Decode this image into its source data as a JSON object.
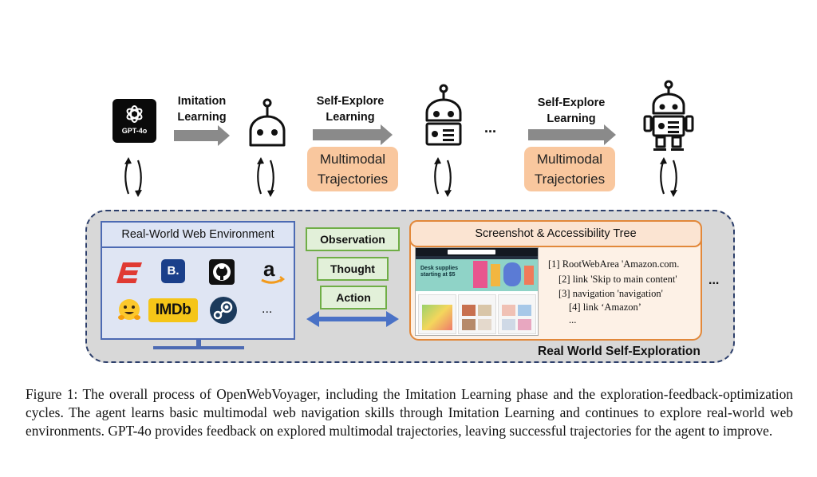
{
  "top": {
    "gpt_logo_label": "GPT-4o",
    "stage1_label_line1": "Imitation",
    "stage1_label_line2": "Learning",
    "stage2_label_line1": "Self-Explore",
    "stage2_label_line2": "Learning",
    "stage3_label_line1": "Self-Explore",
    "stage3_label_line2": "Learning",
    "trajectory_box_line1": "Multimodal",
    "trajectory_box_line2": "Trajectories",
    "ellipsis": "..."
  },
  "environment": {
    "title": "Real-World Web Environment",
    "icons": [
      "espn-icon",
      "booking-icon",
      "github-icon",
      "amazon-icon",
      "huggingface-icon",
      "imdb-icon",
      "steam-icon"
    ],
    "booking_letter": "B.",
    "imdb_text": "IMDb",
    "more": "..."
  },
  "loop": {
    "observation": "Observation",
    "thought": "Thought",
    "action": "Action"
  },
  "screenshot": {
    "title": "Screenshot & Accessibility Tree",
    "tree_lines": [
      "[1] RootWebArea 'Amazon.com.",
      "[2] link 'Skip to main content'",
      "[3] navigation 'navigation'",
      "[4] link ‘Amazon’",
      "..."
    ],
    "thumb_headline_line1": "Desk supplies",
    "thumb_headline_line2": "starting at $5",
    "more": "..."
  },
  "region_label": "Real World Self-Exploration",
  "caption": "Figure 1: The overall process of OpenWebVoyager, including the Imitation Learning phase and the exploration-feedback-optimization cycles. The agent learns basic multimodal web navigation skills through Imitation Learning and continues to explore real-world web environments.  GPT-4o provides feedback on explored multimodal trajectories, leaving successful trajectories for the agent to improve.",
  "colors": {
    "arrow_gray": "#8a8a8a",
    "trajectory_fill": "#f9c79e",
    "env_border": "#4c6ab3",
    "loop_green": "#6fae46",
    "screenshot_border": "#e2883a",
    "region_fill": "#d8d8d8",
    "region_border": "#2d3f6b"
  }
}
